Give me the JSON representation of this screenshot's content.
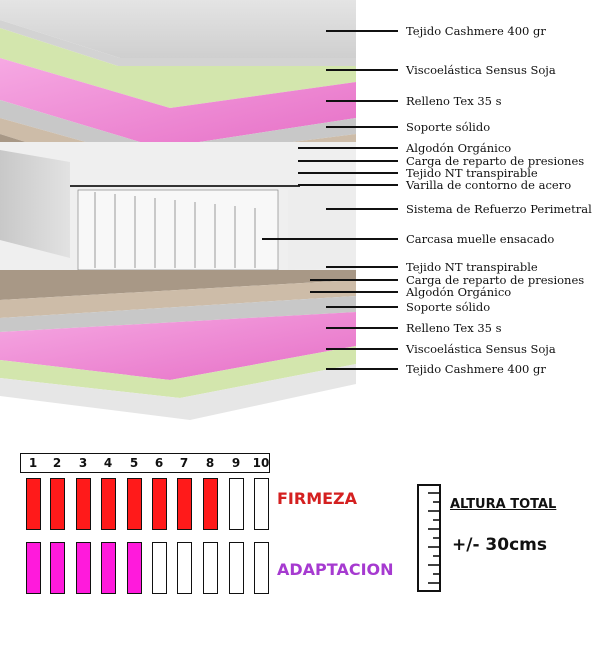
{
  "layers": [
    {
      "label": "Tejido Cashmere 400 gr",
      "icon": "layer-pointer-line"
    },
    {
      "label": "Viscoelástica Sensus Soja",
      "icon": "layer-pointer-line"
    },
    {
      "label": "Relleno Tex 35 s",
      "icon": "layer-pointer-line"
    },
    {
      "label": "Soporte sólido",
      "icon": "layer-pointer-line"
    },
    {
      "label": "Algodón Orgánico",
      "icon": "layer-pointer-line"
    },
    {
      "label": "Carga de reparto de presiones",
      "icon": "layer-pointer-line"
    },
    {
      "label": "Tejido NT transpirable",
      "icon": "layer-pointer-line"
    },
    {
      "label": "Varilla de contorno de acero",
      "icon": "layer-pointer-line"
    },
    {
      "label": "Sistema de Refuerzo Perimetral",
      "icon": "layer-pointer-line"
    },
    {
      "label": "Carcasa muelle ensacado",
      "icon": "layer-pointer-line"
    },
    {
      "label": "Tejido NT transpirable",
      "icon": "layer-pointer-line"
    },
    {
      "label": "Carga de reparto de presiones",
      "icon": "layer-pointer-line"
    },
    {
      "label": "Algodón Orgánico",
      "icon": "layer-pointer-line"
    },
    {
      "label": "Soporte sólido",
      "icon": "layer-pointer-line"
    },
    {
      "label": "Relleno Tex 35 s",
      "icon": "layer-pointer-line"
    },
    {
      "label": "Viscoelástica Sensus Soja",
      "icon": "layer-pointer-line"
    },
    {
      "label": "Tejido Cashmere 400 gr",
      "icon": "layer-pointer-line"
    }
  ],
  "scale": {
    "numbers": [
      "1",
      "2",
      "3",
      "4",
      "5",
      "6",
      "7",
      "8",
      "9",
      "10"
    ]
  },
  "firmeza": {
    "label": "FIRMEZA",
    "level": 8,
    "max": 10,
    "color": "#ff1a1a",
    "text_color": "#d42020"
  },
  "adaptacion": {
    "label": "ADAPTACION",
    "level": 5,
    "max": 10,
    "color": "#ff1adc",
    "text_color": "#a63ad0"
  },
  "altura": {
    "title": "ALTURA TOTAL",
    "value": "+/- 30cms",
    "icon": "ruler-icon"
  },
  "colors": {
    "gray_fabric": "#dcdcdc",
    "visco_green": "#cfe3a8",
    "pink_foam": "#ef86d2",
    "cotton_tan": "#c8b9a6",
    "spring_white": "#f2f2f2"
  }
}
